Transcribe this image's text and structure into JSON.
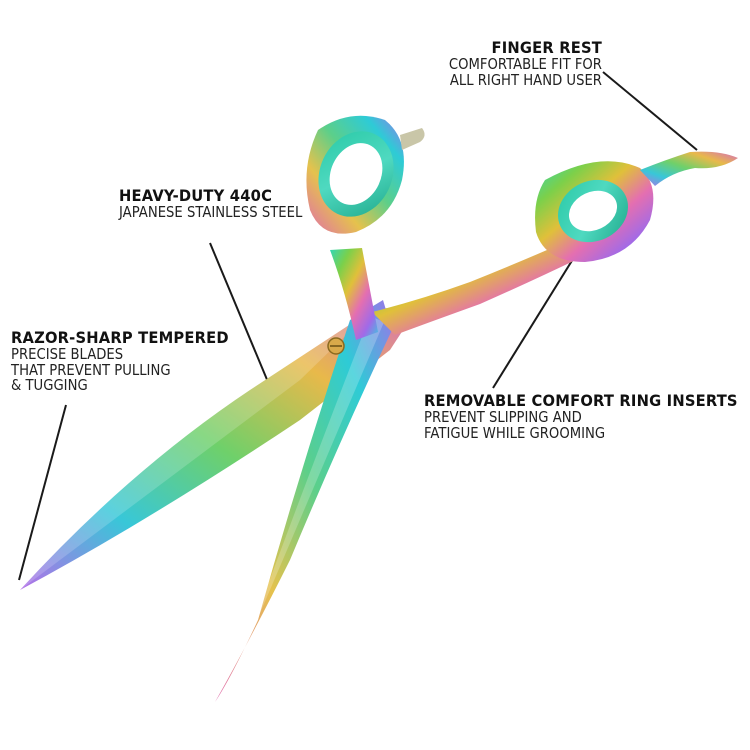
{
  "callouts": {
    "finger_rest": {
      "heading": "FINGER REST",
      "lines": [
        "COMFORTABLE FIT FOR",
        "ALL RIGHT HAND USER"
      ]
    },
    "steel": {
      "heading": "HEAVY-DUTY 440C",
      "lines": [
        "JAPANESE STAINLESS STEEL"
      ]
    },
    "razor": {
      "heading": "RAZOR-SHARP TEMPERED",
      "lines": [
        "PRECISE BLADES",
        "THAT PREVENT PULLING",
        "& TUGGING"
      ]
    },
    "ring_inserts": {
      "heading": "REMOVABLE COMFORT RING INSERTS",
      "lines": [
        "PREVENT SLIPPING AND",
        "FATIGUE WHILE GROOMING"
      ]
    }
  },
  "colors": {
    "background": "#ffffff",
    "text": "#111111",
    "leader_line": "#1a1a1a",
    "rainbow_stops": [
      "#2fd7b8",
      "#7cd04a",
      "#e0c03a",
      "#e46fb0",
      "#a06ae8",
      "#3ac9e0"
    ]
  },
  "icons": {
    "product": "rainbow-grooming-scissors"
  }
}
